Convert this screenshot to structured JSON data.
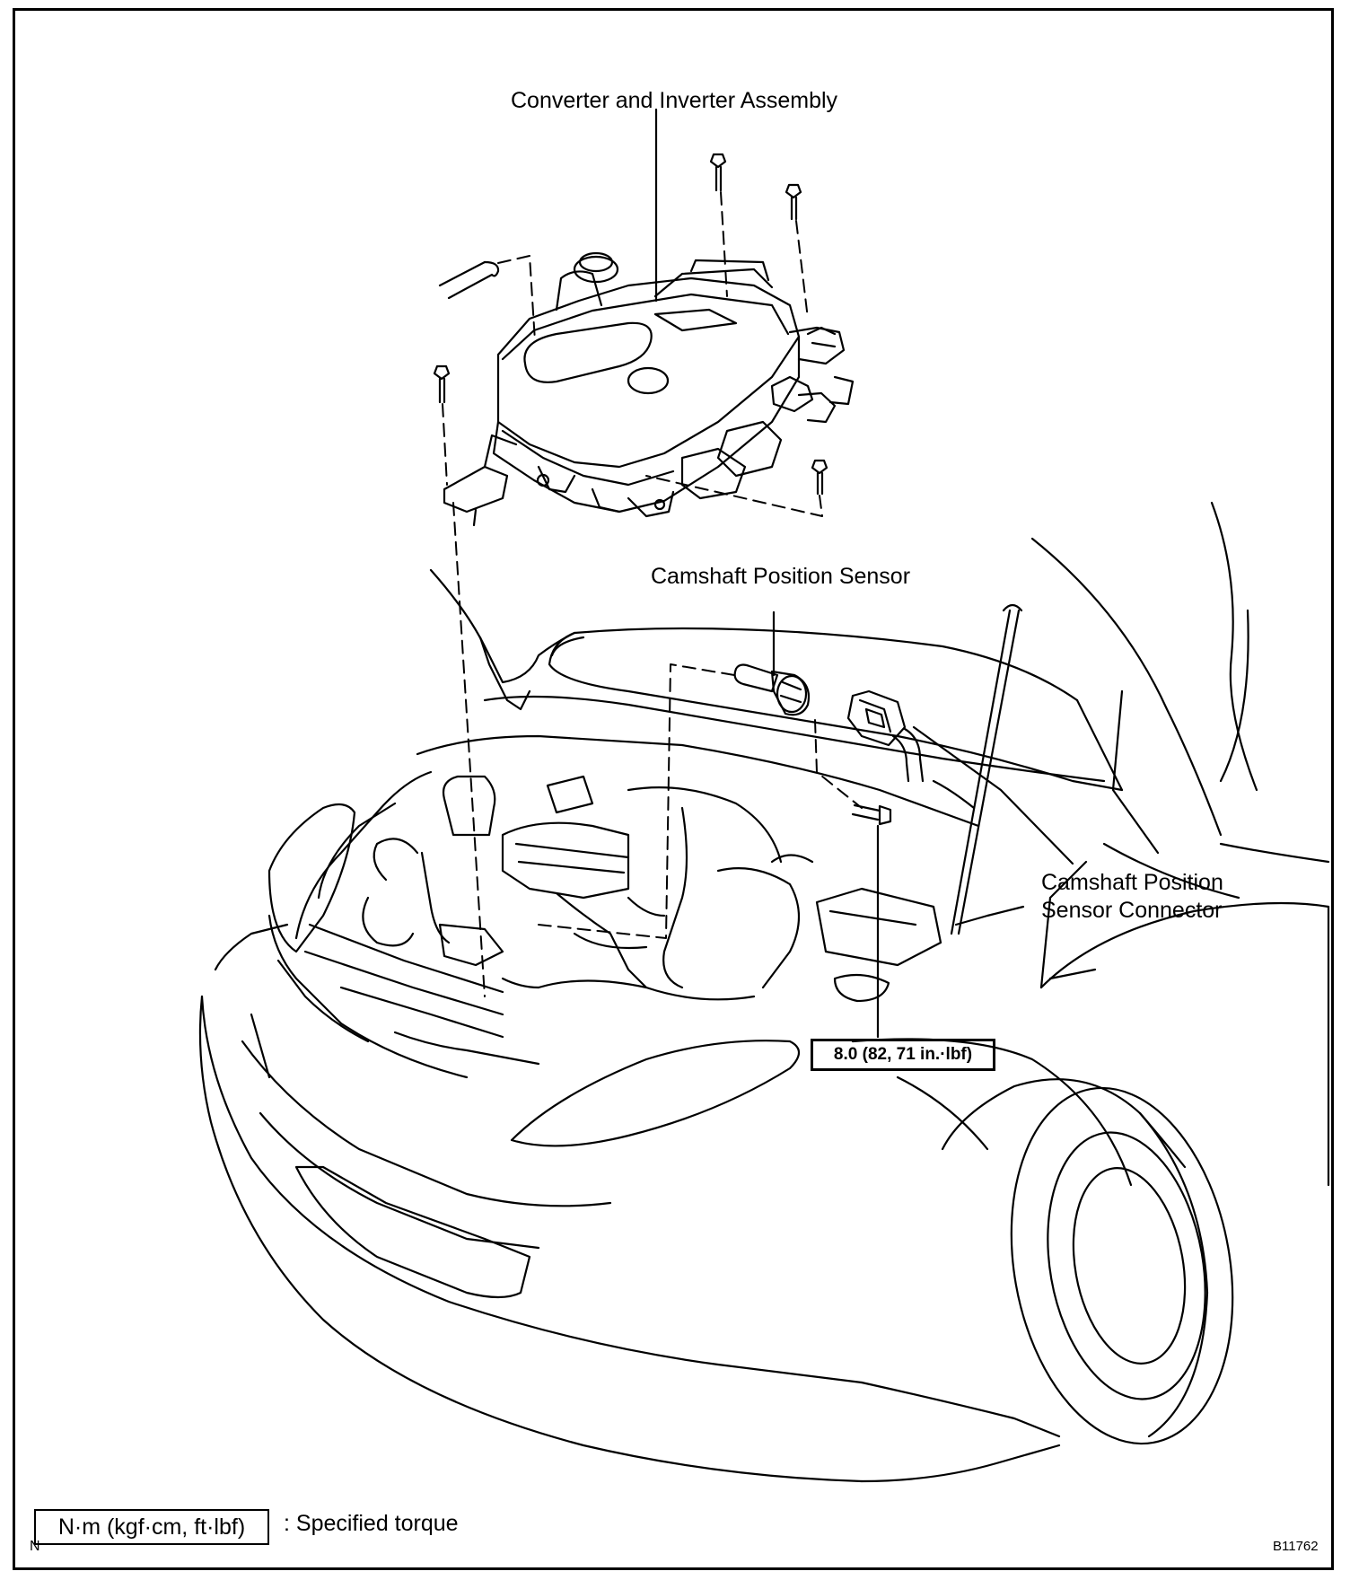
{
  "labels": {
    "converter_inverter": "Converter and Inverter Assembly",
    "camshaft_sensor": "Camshaft Position Sensor",
    "camshaft_connector_line1": "Camshaft Position",
    "camshaft_connector_line2": "Sensor Connector"
  },
  "torque_callout": "8.0 (82, 71 in.·lbf)",
  "legend": {
    "box_text": "N·m (kgf·cm, ft·lbf)",
    "description": ": Specified torque"
  },
  "figure_id": "B11762",
  "corner_mark": "N"
}
